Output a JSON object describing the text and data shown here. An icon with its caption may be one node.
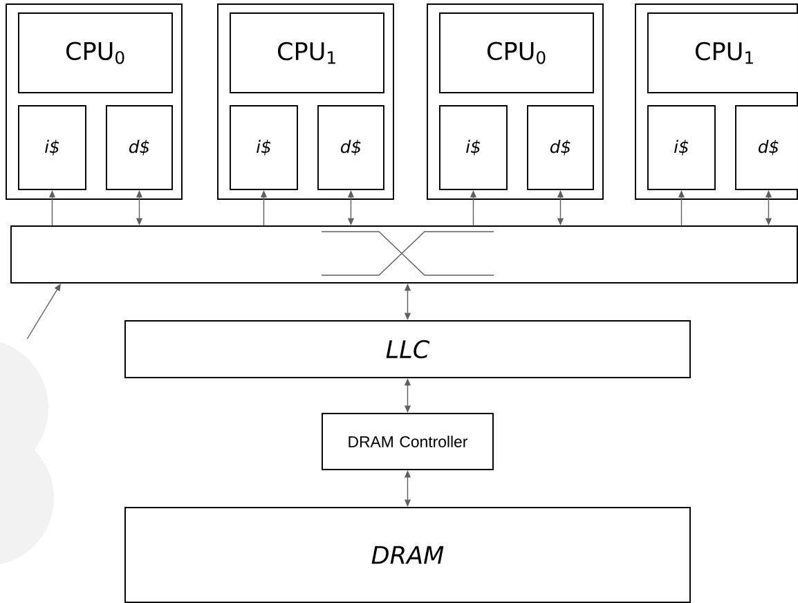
{
  "diagram": {
    "nodes": [
      {
        "text": [],
        "shape": "box"
      },
      {
        "text": [
          "CPU$_{0}$"
        ],
        "in": 0
      },
      {
        "text": [
          "i$"
        ],
        "in": 0
      },
      {
        "text": [
          "d$"
        ],
        "in": 0
      },
      {
        "text": [],
        "shape": "box"
      },
      {
        "text": [
          "CPU$_{1}$"
        ],
        "in": 4
      },
      {
        "text": [
          "i$"
        ],
        "in": 4
      },
      {
        "text": [
          "d$"
        ],
        "in": 4
      },
      {
        "text": [],
        "shape": "box"
      },
      {
        "text": [
          "CPU$_{0}$"
        ],
        "in": 8
      },
      {
        "text": [
          "i$"
        ],
        "in": 8
      },
      {
        "text": [
          "d$"
        ],
        "in": 8
      },
      {
        "text": [],
        "shape": "box"
      },
      {
        "text": [
          "CPU$_{1}$"
        ],
        "in": 12
      },
      {
        "text": [
          "i$"
        ],
        "in": 12
      },
      {
        "text": [
          "d$"
        ],
        "in": 12
      },
      {
        "text": [],
        "shape": "box"
      },
      {
        "text": [
          "LLC"
        ]
      },
      {
        "text": [
          "DRAM Controller"
        ]
      },
      {
        "text": [
          "DRAM"
        ]
      },
      {
        "text": [],
        "shape": "cloud"
      }
    ],
    "edges": [
      {
        "from": 16,
        "to": 2,
        "arrow": "to"
      },
      {
        "from": 16,
        "to": 3,
        "arrow": "both"
      },
      {
        "from": 16,
        "to": 6,
        "arrow": "to"
      },
      {
        "from": 16,
        "to": 7,
        "arrow": "both"
      },
      {
        "from": 16,
        "to": 10,
        "arrow": "to"
      },
      {
        "from": 16,
        "to": 11,
        "arrow": "both"
      },
      {
        "from": 16,
        "to": 14,
        "arrow": "to"
      },
      {
        "from": 16,
        "to": 15,
        "arrow": "both"
      },
      {
        "from": 16,
        "to": 17,
        "arrow": "both"
      },
      {
        "from": 17,
        "to": 18,
        "arrow": "both"
      },
      {
        "from": 18,
        "to": 19,
        "arrow": "both"
      },
      {
        "from": 20,
        "to": 16,
        "arrow": "to"
      }
    ]
  }
}
